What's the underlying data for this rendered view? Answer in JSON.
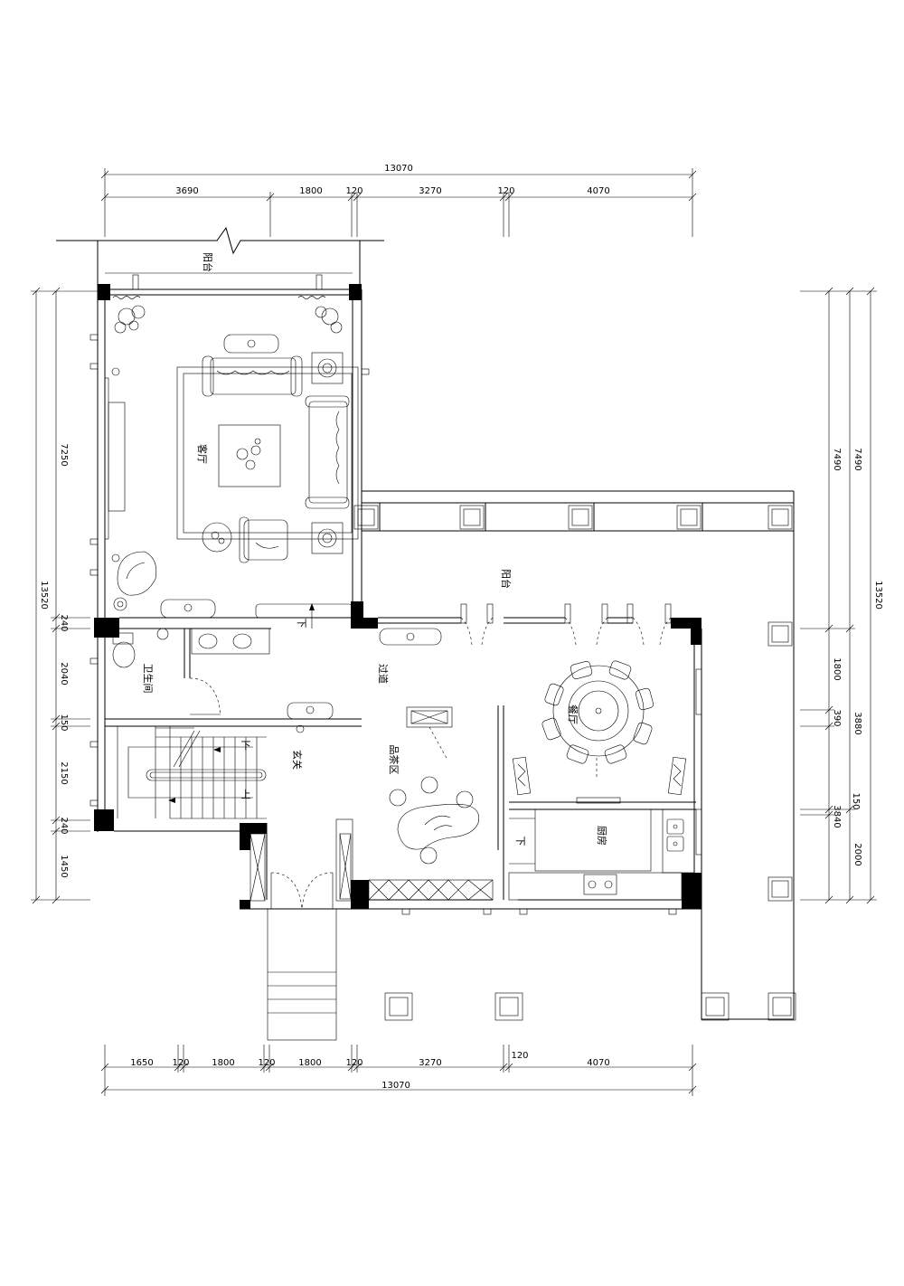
{
  "dimensions": {
    "top_total": "13070",
    "top_segments": [
      "3690",
      "1800",
      "120",
      "3270",
      "120",
      "4070"
    ],
    "bottom_total": "13070",
    "bottom_segments": [
      "1650",
      "120",
      "1800",
      "120",
      "1800",
      "120",
      "3270",
      "120",
      "4070"
    ],
    "left_total": "13520",
    "left_segments": [
      "7250",
      "240",
      "2040",
      "150",
      "2150",
      "240",
      "1450"
    ],
    "right_total": "13520",
    "right_col1": [
      "7490",
      "1800",
      "390",
      "150",
      "3840"
    ],
    "right_col2": [
      "7490",
      "3880",
      "2000"
    ]
  },
  "rooms": {
    "balcony_top": "阳台",
    "living_room": "客厅",
    "balcony_mid": "阳台",
    "corridor": "过道",
    "bathroom": "卫生间",
    "entrance": "玄关",
    "tea_area": "品茶区",
    "dining_room": "餐厅",
    "kitchen": "厨房"
  },
  "stair_marks": {
    "down_1": "下",
    "down_2": "下",
    "up": "上",
    "down_kitchen": "下"
  }
}
